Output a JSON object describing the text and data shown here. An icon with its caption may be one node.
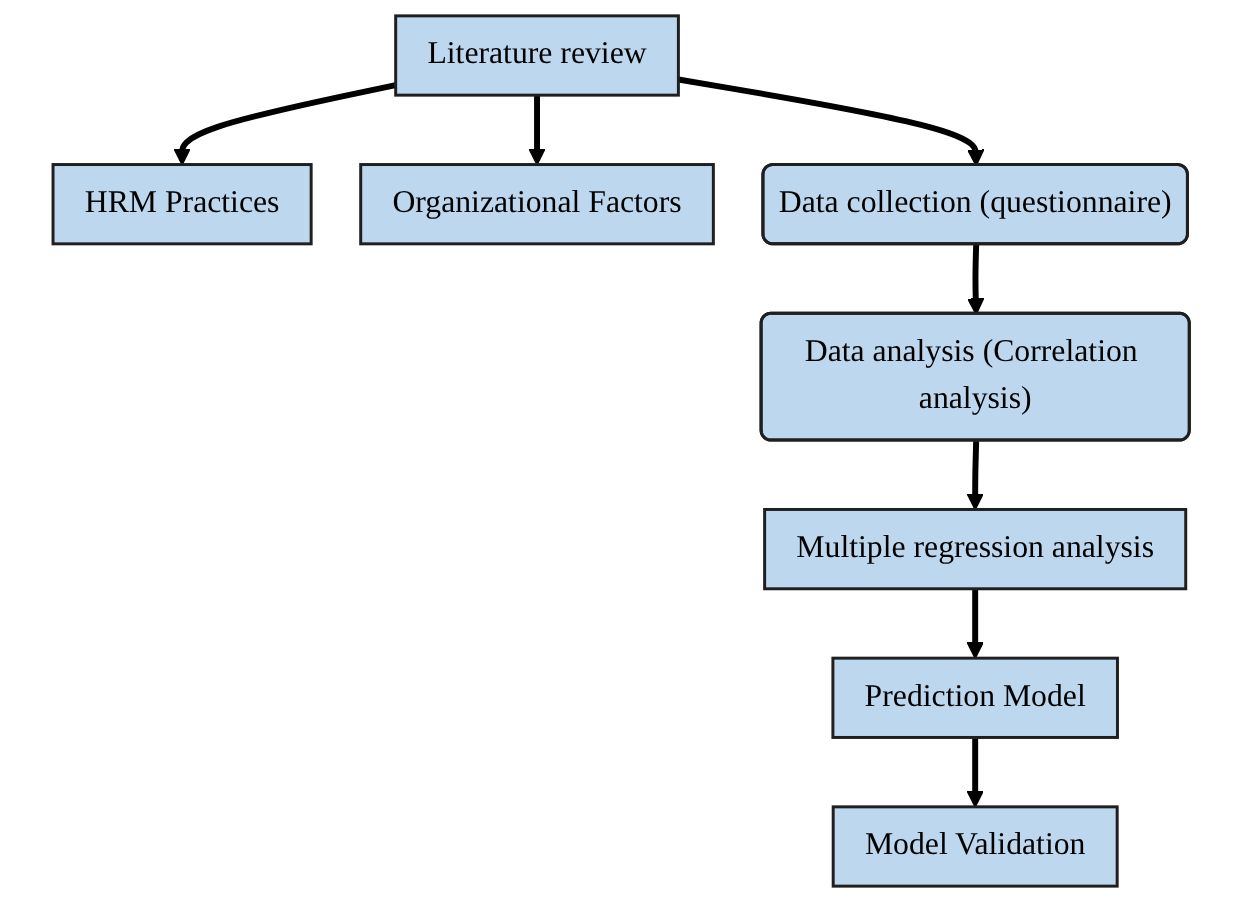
{
  "diagram": {
    "nodes": [
      {
        "text": [
          "Literature review"
        ]
      },
      {
        "text": [
          "HRM Practices"
        ]
      },
      {
        "text": [
          "Organizational Factors"
        ]
      },
      {
        "text": [
          "Data collection (questionnaire)"
        ]
      },
      {
        "text": [
          "Data analysis (Correlation analysis)"
        ]
      },
      {
        "text": [
          "Multiple regression analysis"
        ]
      },
      {
        "text": [
          "Prediction Model"
        ]
      },
      {
        "text": [
          "Model Validation"
        ]
      }
    ],
    "edges": [
      {
        "from": 0,
        "to": 1,
        "arrow": "to"
      },
      {
        "from": 0,
        "to": 2,
        "arrow": "to"
      },
      {
        "from": 0,
        "to": 3,
        "arrow": "to"
      },
      {
        "from": 3,
        "to": 4,
        "arrow": "to"
      },
      {
        "from": 4,
        "to": 5,
        "arrow": "to"
      },
      {
        "from": 5,
        "to": 6,
        "arrow": "to"
      },
      {
        "from": 6,
        "to": 7,
        "arrow": "to"
      }
    ]
  }
}
